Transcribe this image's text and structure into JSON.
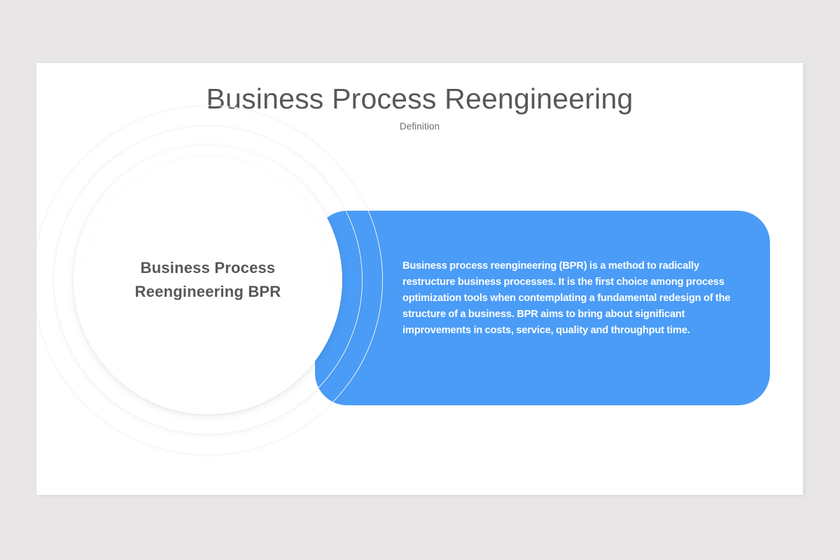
{
  "slide": {
    "title": "Business Process Reengineering",
    "subtitle": "Definition",
    "circle_label": "Business Process Reengineering BPR",
    "definition_text": "Business process reengineering (BPR) is a method to radically restructure business processes. It is the first choice among process optimization tools when contemplating a fundamental redesign of the structure of a business. BPR aims to bring about significant improvements in costs, service, quality and throughput time."
  },
  "colors": {
    "background": "#e8e6e7",
    "card": "#ffffff",
    "accent_blue": "#4a9cf7",
    "title_gray": "#58585a",
    "subtitle_gray": "#6e6e70",
    "body_white": "#ffffff",
    "ring_edge": "#f2f2f3"
  }
}
